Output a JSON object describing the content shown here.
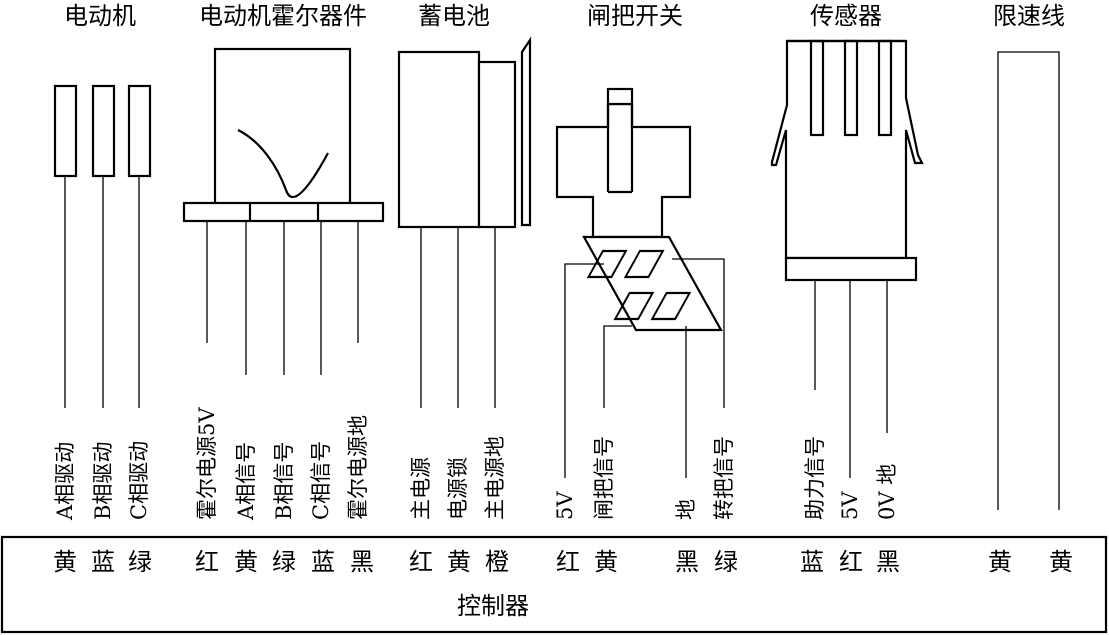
{
  "headers": {
    "motor": "电动机",
    "hall": "电动机霍尔器件",
    "battery": "蓄电池",
    "brake": "闸把开关",
    "sensor": "传感器",
    "speed_limit": "限速线"
  },
  "signals": {
    "motor": [
      "A相驱动",
      "B相驱动",
      "C相驱动"
    ],
    "hall": [
      "霍尔电源5V",
      "A相信号",
      "B相信号",
      "C相信号",
      "霍尔电源地"
    ],
    "battery": [
      "主电源",
      "电源锁",
      "主电源地"
    ],
    "brake": [
      "5V",
      "闸把信号",
      "地",
      "转把信号"
    ],
    "sensor": [
      "助力信号",
      "5V",
      "0V 地"
    ]
  },
  "colors": {
    "motor": [
      "黄",
      "蓝",
      "绿"
    ],
    "hall": [
      "红",
      "黄",
      "绿",
      "蓝",
      "黑"
    ],
    "battery": [
      "红",
      "黄",
      "橙"
    ],
    "brake": [
      "红",
      "黄",
      "黑",
      "绿"
    ],
    "sensor": [
      "蓝",
      "红",
      "黑"
    ],
    "speed_limit": [
      "黄",
      "黄"
    ]
  },
  "controller_label": "控制器"
}
